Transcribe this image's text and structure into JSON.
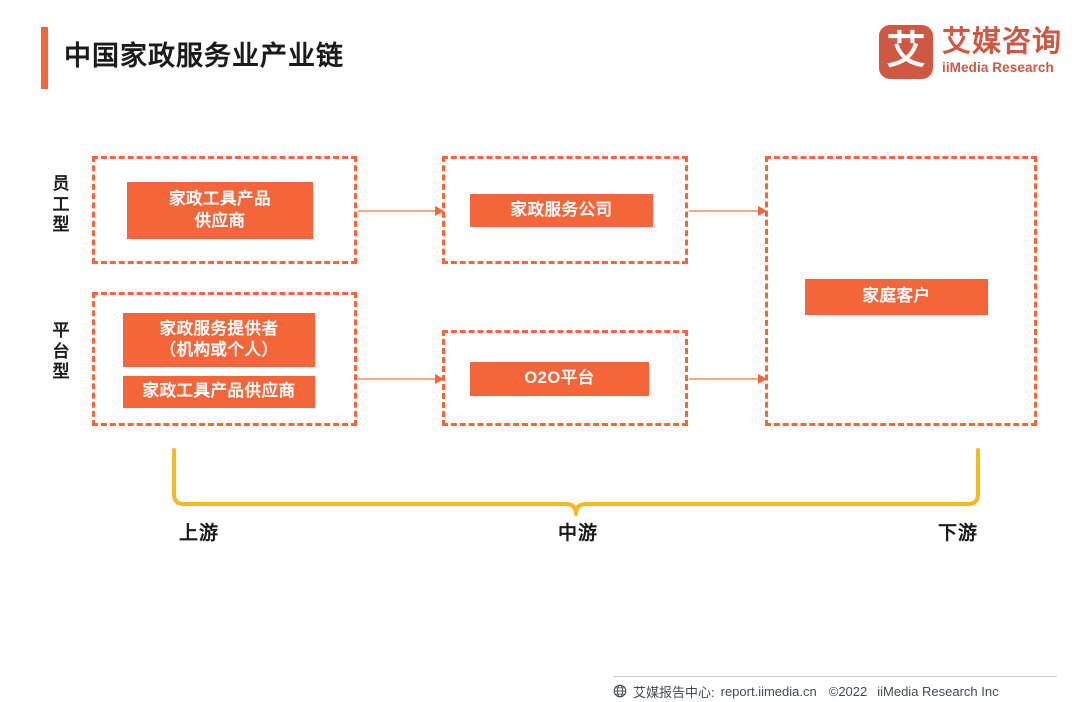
{
  "header": {
    "title": "中国家政服务业产业链",
    "accent_color": "#F4663A",
    "logo": {
      "mark_glyph": "艾",
      "name_cn": "艾媒咨询",
      "name_en": "iiMedia Research",
      "color": "#CE5841"
    }
  },
  "diagram": {
    "node_color": "#F4663A",
    "arrow_line_color": "#F9A681",
    "brace_color": "#F5B820",
    "row_labels": [
      {
        "id": "employee",
        "text": "员工型"
      },
      {
        "id": "platform",
        "text": "平台型"
      }
    ],
    "groups": [
      {
        "id": "upstream-employee",
        "stage": "上游",
        "row": "员工型",
        "nodes": [
          "家政工具产品\n供应商"
        ]
      },
      {
        "id": "upstream-platform",
        "stage": "上游",
        "row": "平台型",
        "nodes": [
          "家政服务提供者\n（机构或个人）",
          "家政工具产品供应商"
        ]
      },
      {
        "id": "midstream-employee",
        "stage": "中游",
        "row": "员工型",
        "nodes": [
          "家政服务公司"
        ]
      },
      {
        "id": "midstream-platform",
        "stage": "中游",
        "row": "平台型",
        "nodes": [
          "O2O平台"
        ]
      },
      {
        "id": "downstream",
        "stage": "下游",
        "row": "both",
        "nodes": [
          "家庭客户"
        ]
      }
    ],
    "nodes": {
      "tool_supplier_line1": "家政工具产品",
      "tool_supplier_line2": "供应商",
      "service_provider_line1": "家政服务提供者",
      "service_provider_line2": "（机构或个人）",
      "tool_supplier_2": "家政工具产品供应商",
      "service_company": "家政服务公司",
      "o2o_platform": "O2O平台",
      "household_customer": "家庭客户"
    },
    "arrows": [
      {
        "id": "arrow-1",
        "from": "upstream-employee",
        "to": "midstream-employee"
      },
      {
        "id": "arrow-2",
        "from": "midstream-employee",
        "to": "downstream"
      },
      {
        "id": "arrow-3",
        "from": "upstream-platform",
        "to": "midstream-platform"
      },
      {
        "id": "arrow-4",
        "from": "midstream-platform",
        "to": "downstream"
      }
    ],
    "stage_labels": [
      {
        "id": "upstream",
        "text": "上游"
      },
      {
        "id": "midstream",
        "text": "中游"
      },
      {
        "id": "downstream",
        "text": "下游"
      }
    ]
  },
  "footer": {
    "icon": "globe-icon",
    "report_center": "艾媒报告中心:",
    "url": "report.iimedia.cn",
    "copyright": "©2022",
    "company": "iiMedia Research Inc"
  }
}
